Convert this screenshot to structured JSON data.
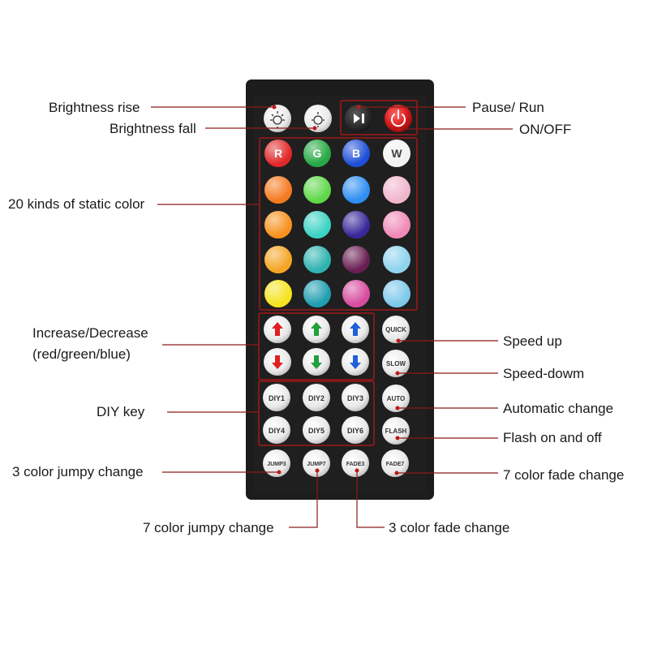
{
  "annotations": {
    "brightness_rise": "Brightness rise",
    "brightness_fall": "Brightness fall",
    "pause_run": "Pause/ Run",
    "on_off": "ON/OFF",
    "static_color": "20 kinds of static color",
    "increase_decrease_1": "Increase/Decrease",
    "increase_decrease_2": "(red/green/blue)",
    "speed_up": "Speed up",
    "speed_down": "Speed-dowm",
    "diy_key": "DIY key",
    "automatic_change": "Automatic change",
    "flash": "Flash on and off",
    "color3_jumpy": "3 color jumpy change",
    "color7_fade": "7 color fade change",
    "color7_jumpy": "7 color jumpy change",
    "color3_fade": "3 color fade change"
  },
  "buttons": {
    "r": "R",
    "g": "G",
    "b": "B",
    "w": "W",
    "quick": "QUICK",
    "slow": "SLOW",
    "auto": "AUTO",
    "flash": "FLASH",
    "diy1": "DIY1",
    "diy2": "DIY2",
    "diy3": "DIY3",
    "diy4": "DIY4",
    "diy5": "DIY5",
    "diy6": "DIY6",
    "jump3": "JUMP3",
    "jump7": "JUMP7",
    "fade3": "FADE3",
    "fade7": "FADE7"
  },
  "icons": {
    "brightness_up": "sun-icon",
    "brightness_down": "sun-icon",
    "play_pause": "play-pause-icon",
    "power": "power-icon",
    "arrow_up": "arrow-up-icon",
    "arrow_down": "arrow-down-icon"
  },
  "colors": {
    "remote_body": "#1c1c1c",
    "accent_red": "#c01818",
    "color_grid": [
      [
        "#e02828",
        "#27a844",
        "#1f4fd8",
        "#f2f2f2"
      ],
      [
        "#f57a20",
        "#5fd84a",
        "#2f8ef2",
        "#f0b6cc"
      ],
      [
        "#f7921e",
        "#3cd3c2",
        "#38289a",
        "#f08ab8"
      ],
      [
        "#f5a524",
        "#2fb3b0",
        "#6a1e52",
        "#8fd3ee"
      ],
      [
        "#f5e41e",
        "#1f9eb0",
        "#d84ca0",
        "#7ec9ea"
      ]
    ],
    "arrow_colors": [
      "#e02020",
      "#22a03a",
      "#1f5fd8"
    ]
  }
}
